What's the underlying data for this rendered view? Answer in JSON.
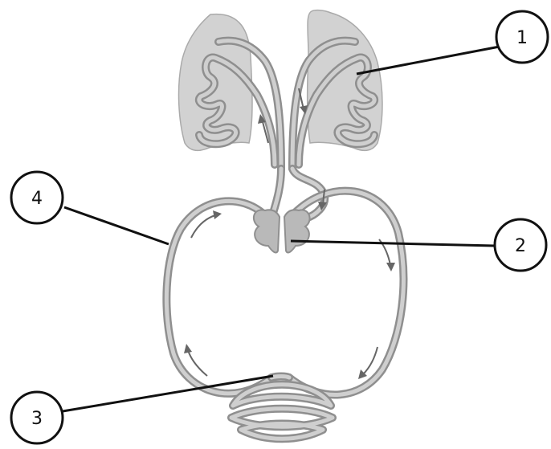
{
  "labels": [
    {
      "id": "1",
      "text": "1"
    },
    {
      "id": "2",
      "text": "2"
    },
    {
      "id": "3",
      "text": "3"
    },
    {
      "id": "4",
      "text": "4"
    }
  ],
  "colors": {
    "vessel_outline": "#8f8f8f",
    "vessel_fill": "#cfcfcf",
    "lung_fill": "#d2d2d2",
    "arrow": "#666666",
    "callout": "#111111"
  }
}
